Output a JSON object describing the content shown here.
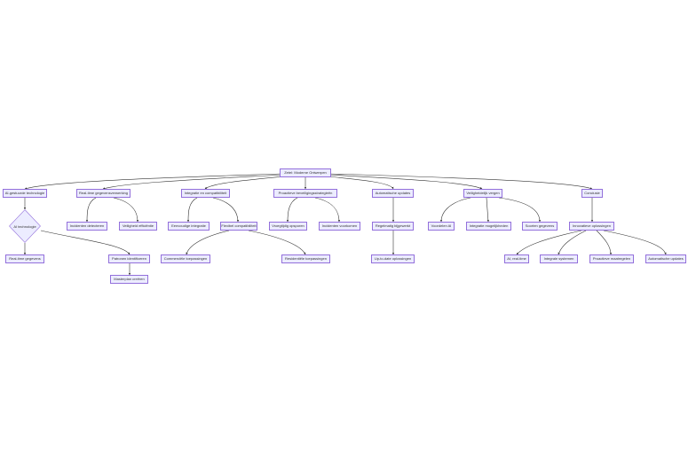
{
  "diagram": {
    "nodes": {
      "root": "Zetel: Moderne Ontwerpen",
      "ai_tech": "AI-gestuurde technologie",
      "realtime": "Real-time gegevensverwerking",
      "integratie": "Integratie en compatibiliteit",
      "proactief": "Proactieve beveiligingsstrategieën",
      "updates": "Automatische updates",
      "veiligheid": "Veiligheidelijk vergen",
      "conclusie": "Conclusie",
      "ai_diamond": "AI technologie",
      "incidenten1": "Incidenten detecteren",
      "veiligheid_eff": "Veiligheid efficiëntie",
      "eenvoudig": "Eenvoudige integratie",
      "flexibel": "Flexibel compatibiliteit",
      "vroegtijdig": "Vroegtijdig opsporen",
      "incidenten2": "Incidenten voorkomen",
      "regelmatig": "Regelmatig bijgewerkt",
      "voordelen": "Voordelen AI",
      "integratie_mog": "Integratie mogelijkheden",
      "soorten": "Soorten gegevens",
      "innovatieve": "Innovatieve oplossingen",
      "realtime_geg": "Real-time gegevens",
      "patronen": "Patronen identificeren",
      "masterplan": "Masterplan creëren",
      "commerciele": "Commerciële toepassingen",
      "residentiele": "Residentiële toepassingen",
      "uptodate": "Up-to-date oplossingen",
      "ai_realtime": "AI, real-time",
      "integrale": "Integrale systemen",
      "proactieve_str": "Proactieve maatregelen",
      "auto_updates2": "Automatische updates"
    }
  }
}
